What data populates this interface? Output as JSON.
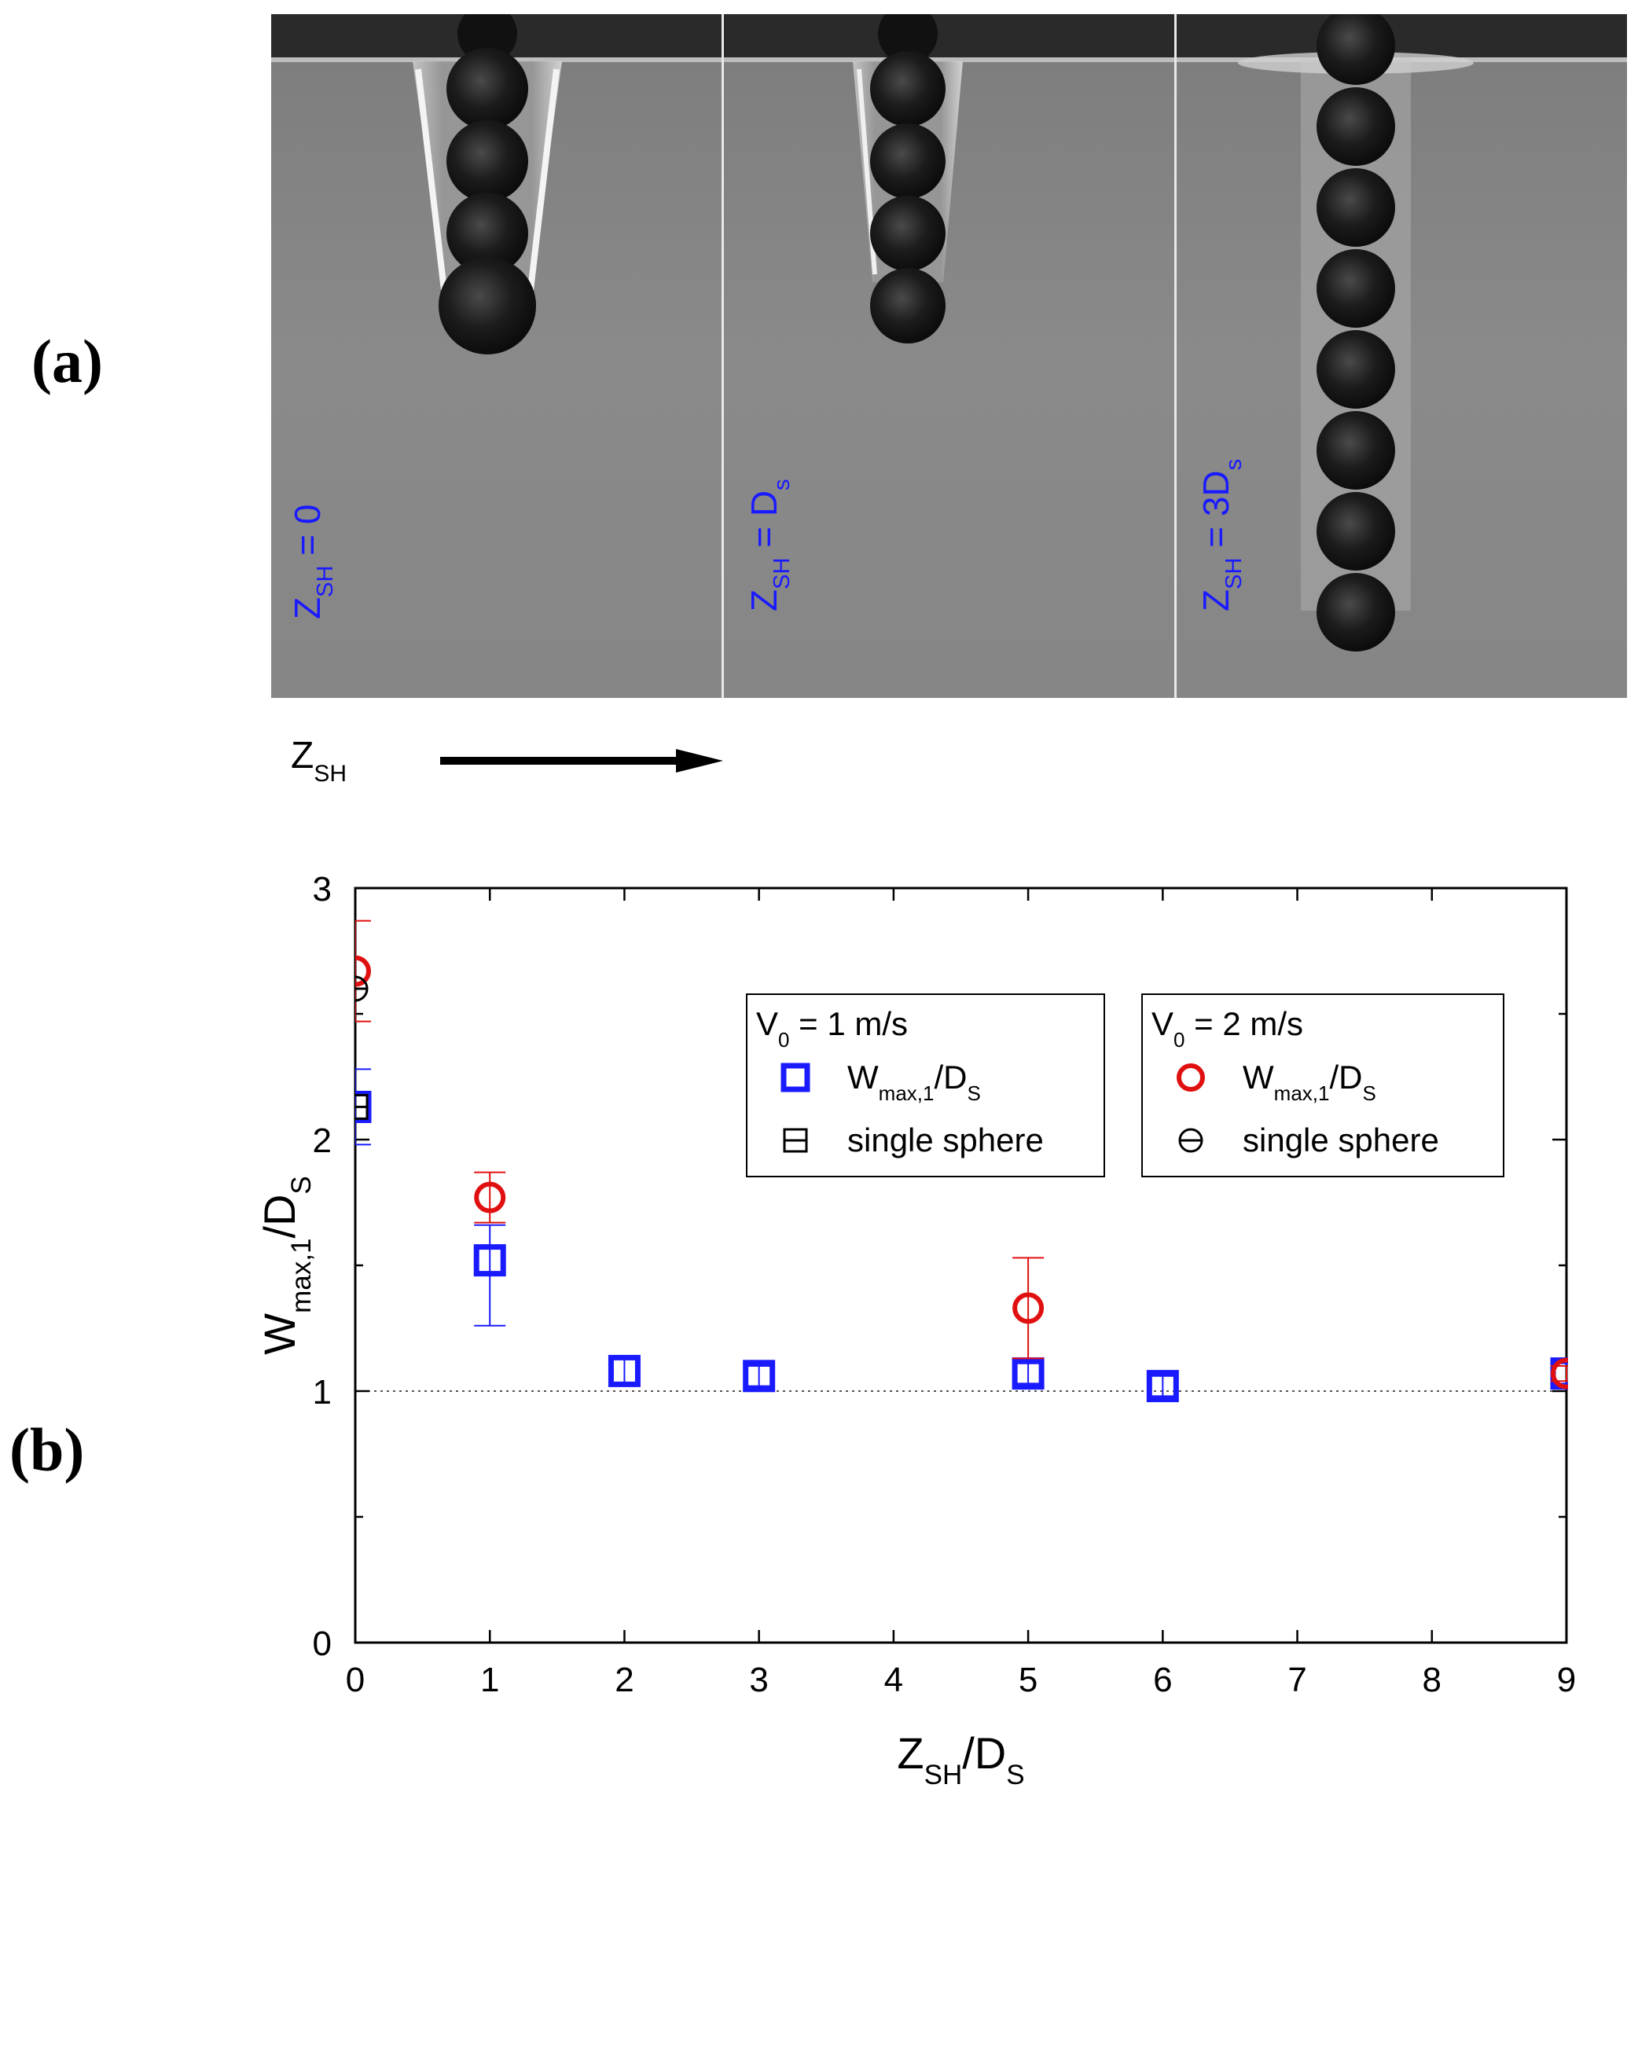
{
  "panels": {
    "a": "(a)",
    "b": "(b)"
  },
  "photo": {
    "frames": [
      {
        "base": "Z",
        "sub": "SH",
        "suffix": " = 0"
      },
      {
        "base": "Z",
        "sub": "SH",
        "suffix": " = D",
        "suffix_sub": "s"
      },
      {
        "base": "Z",
        "sub": "SH",
        "suffix": " = 3D",
        "suffix_sub": "s"
      }
    ],
    "arrow_label": {
      "base": "Z",
      "sub": "SH"
    },
    "label_color": "#1a1aff"
  },
  "chart_data": {
    "type": "scatter",
    "xlabel": {
      "base": "Z",
      "sub": "SH",
      "mid": "/D",
      "sub2": "S"
    },
    "ylabel": {
      "base": "W",
      "sub": "max,1",
      "mid": "/D",
      "sub2": "S"
    },
    "xlim": [
      0,
      9
    ],
    "ylim": [
      0,
      3
    ],
    "xticks": [
      "0",
      "1",
      "2",
      "3",
      "4",
      "5",
      "6",
      "7",
      "8",
      "9"
    ],
    "yticks": [
      "0",
      "1",
      "2",
      "3"
    ],
    "reference_line": {
      "y": 1,
      "style": "dotted"
    },
    "legends": [
      {
        "title": {
          "base": "V",
          "sub": "0",
          "rest": " = 1 m/s"
        },
        "entries": [
          {
            "label": {
              "base": "W",
              "sub": "max,1",
              "mid": "/D",
              "sub2": "S"
            },
            "marker": "square",
            "color": "#1a1aff"
          },
          {
            "label": {
              "base": " single sphere"
            },
            "marker": "square-crossed",
            "color": "#000000"
          }
        ]
      },
      {
        "title": {
          "base": "V",
          "sub": "0",
          "rest": " = 2 m/s"
        },
        "entries": [
          {
            "label": {
              "base": "W",
              "sub": "max,1",
              "mid": "/D",
              "sub2": "S"
            },
            "marker": "circle",
            "color": "#e01010"
          },
          {
            "label": {
              "base": "single sphere"
            },
            "marker": "circle-crossed",
            "color": "#000000"
          }
        ]
      }
    ],
    "series": [
      {
        "name": "V0 = 1 m/s Wmax,1/DS",
        "marker": "square",
        "color": "#1a1aff",
        "x": [
          0,
          1,
          2,
          3,
          5,
          6,
          9
        ],
        "y": [
          2.13,
          1.52,
          1.08,
          1.06,
          1.07,
          1.02,
          1.07
        ],
        "err_low": [
          0.15,
          0.26,
          0.05,
          0.04,
          0.04,
          0.04,
          0.04
        ],
        "err_high": [
          0.15,
          0.14,
          0.05,
          0.04,
          0.04,
          0.04,
          0.04
        ]
      },
      {
        "name": "V0 = 2 m/s Wmax,1/DS",
        "marker": "circle",
        "color": "#e01010",
        "x": [
          0,
          1,
          5,
          9
        ],
        "y": [
          2.67,
          1.77,
          1.33,
          1.07
        ],
        "err_low": [
          0.2,
          0.1,
          0.2,
          0.03
        ],
        "err_high": [
          0.2,
          0.1,
          0.2,
          0.03
        ]
      },
      {
        "name": "V0 = 1 m/s single sphere",
        "marker": "square-crossed",
        "color": "#000000",
        "x": [
          0
        ],
        "y": [
          2.13
        ]
      },
      {
        "name": "V0 = 2 m/s single sphere",
        "marker": "circle-crossed",
        "color": "#000000",
        "x": [
          0
        ],
        "y": [
          2.6
        ]
      }
    ]
  }
}
